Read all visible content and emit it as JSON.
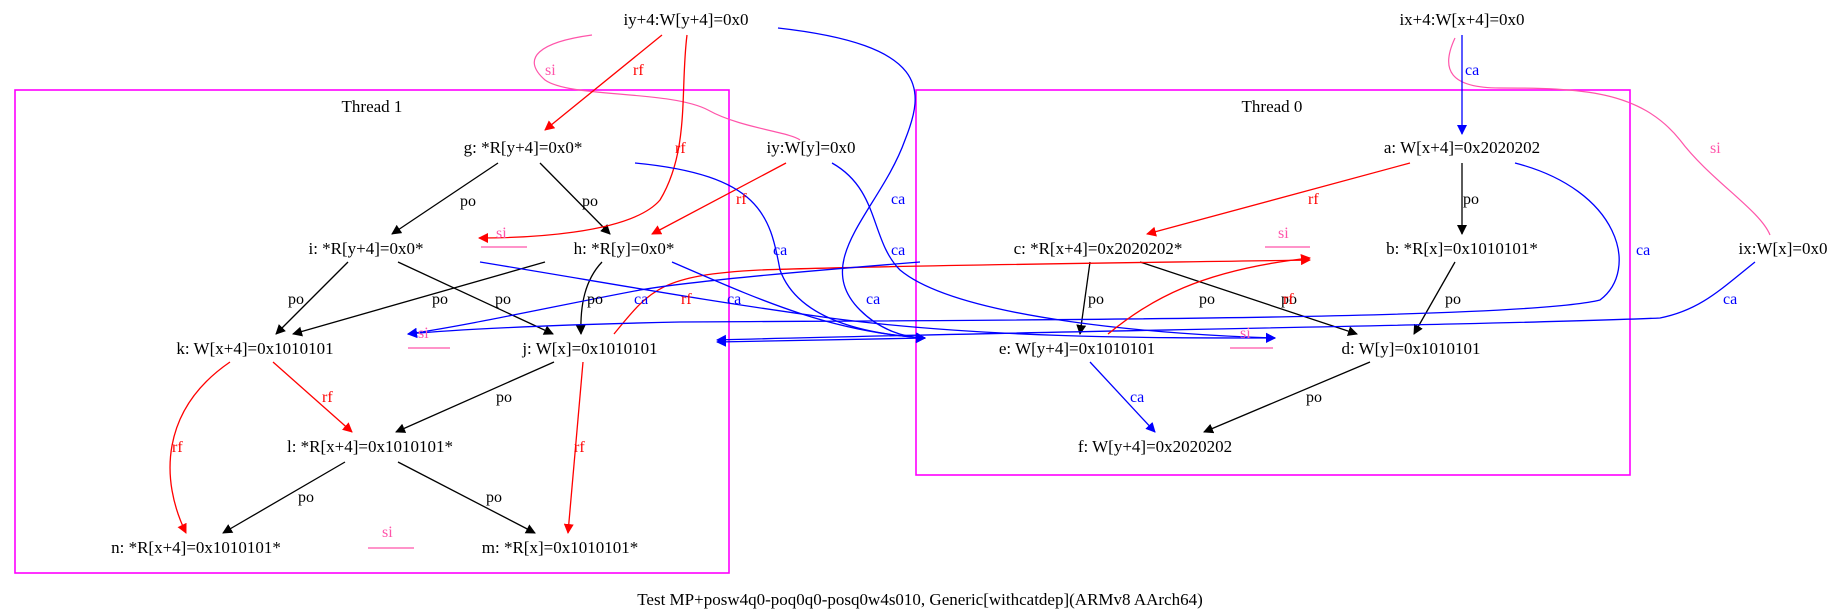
{
  "title": "Test MP+posw4q0-poq0q0-posq0w4s010, Generic[withcatdep](ARMv8 AArch64)",
  "colors": {
    "po": "#000000",
    "rf": "#ff0000",
    "ca": "#0000ff",
    "si": "#ff55aa",
    "cluster": "#ff00ff"
  },
  "clusters": [
    {
      "id": "t1",
      "label": "Thread 1"
    },
    {
      "id": "t0",
      "label": "Thread 0"
    }
  ],
  "nodes": {
    "iy4": "iy+4:W[y+4]=0x0",
    "ix4": "ix+4:W[x+4]=0x0",
    "iy": "iy:W[y]=0x0",
    "ix": "ix:W[x]=0x0",
    "a": "a: W[x+4]=0x2020202",
    "b": "b: *R[x]=0x1010101*",
    "c": "c: *R[x+4]=0x2020202*",
    "d": "d: W[y]=0x1010101",
    "e": "e: W[y+4]=0x1010101",
    "f": "f: W[y+4]=0x2020202",
    "g": "g: *R[y+4]=0x0*",
    "h": "h: *R[y]=0x0*",
    "i": "i: *R[y+4]=0x0*",
    "j": "j: W[x]=0x1010101",
    "k": "k: W[x+4]=0x1010101",
    "l": "l: *R[x+4]=0x1010101*",
    "m": "m: *R[x]=0x1010101*",
    "n": "n: *R[x+4]=0x1010101*"
  },
  "edge_labels": {
    "po": "po",
    "rf": "rf",
    "ca": "ca",
    "si": "si"
  }
}
